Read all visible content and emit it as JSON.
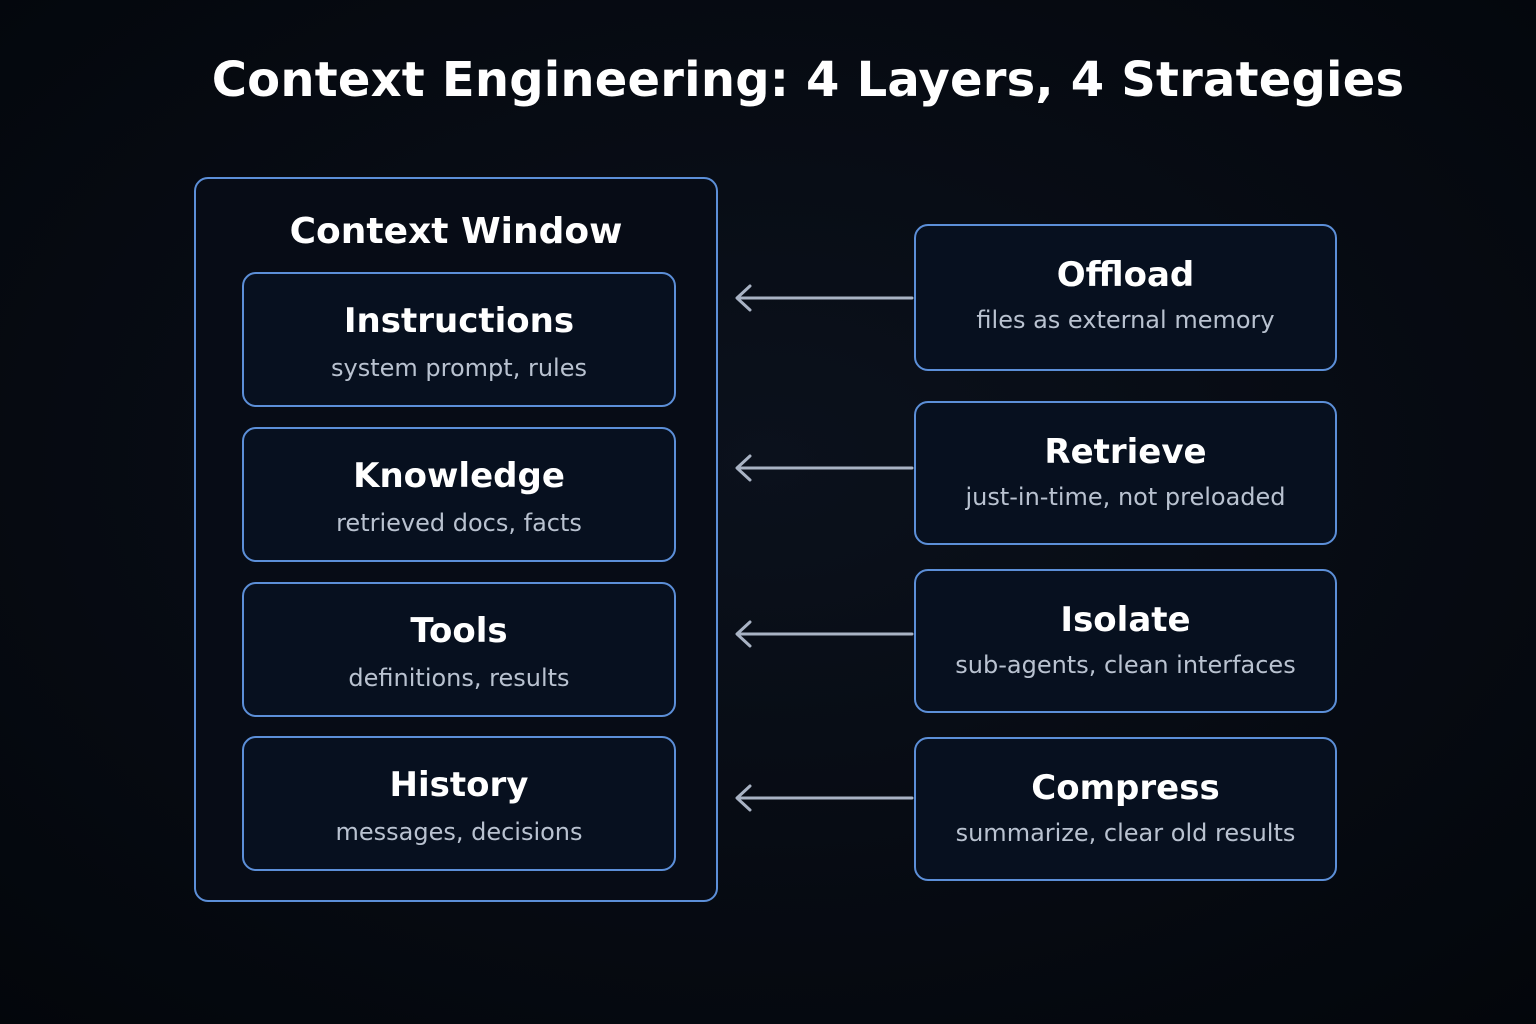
{
  "title": "Context Engineering: 4 Layers, 4 Strategies",
  "context_window": {
    "title": "Context Window",
    "layers": [
      {
        "name": "Instructions",
        "detail": "system prompt, rules"
      },
      {
        "name": "Knowledge",
        "detail": "retrieved docs, facts"
      },
      {
        "name": "Tools",
        "detail": "definitions, results"
      },
      {
        "name": "History",
        "detail": "messages, decisions"
      }
    ]
  },
  "strategies": [
    {
      "name": "Offload",
      "detail": "files as external memory"
    },
    {
      "name": "Retrieve",
      "detail": "just-in-time, not preloaded"
    },
    {
      "name": "Isolate",
      "detail": "sub-agents, clean interfaces"
    },
    {
      "name": "Compress",
      "detail": "summarize, clear old results"
    }
  ],
  "colors": {
    "background": "#04080f",
    "border": "#5c8fd8",
    "arrow": "#a9b3c4",
    "subtext": "#b9c2d0"
  }
}
